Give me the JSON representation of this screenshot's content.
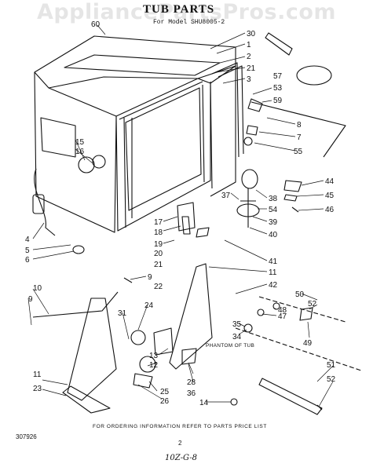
{
  "watermark": "AppliancePartsPros.com",
  "title": "TUB PARTS",
  "subtitle": "For Model SHU8005-2",
  "footer_note": "FOR ORDERING INFORMATION REFER TO PARTS PRICE LIST",
  "doc_code": "307926",
  "page_number": "2",
  "handwritten_date": "10Z-G-8",
  "phantom_label": "PHANTOM OF TUB",
  "callouts": [
    "60",
    "30",
    "1",
    "2",
    "21",
    "3",
    "57",
    "53",
    "59",
    "8",
    "7",
    "55",
    "15",
    "16",
    "44",
    "45",
    "37",
    "38",
    "46",
    "17",
    "18",
    "19",
    "20",
    "21",
    "22",
    "54",
    "39",
    "40",
    "41",
    "11",
    "42",
    "9",
    "4",
    "5",
    "6",
    "10",
    "9",
    "24",
    "31",
    "34",
    "35",
    "47",
    "48",
    "50",
    "52",
    "49",
    "13",
    "12",
    "25",
    "26",
    "28",
    "36",
    "14",
    "11",
    "23",
    "51",
    "52"
  ]
}
